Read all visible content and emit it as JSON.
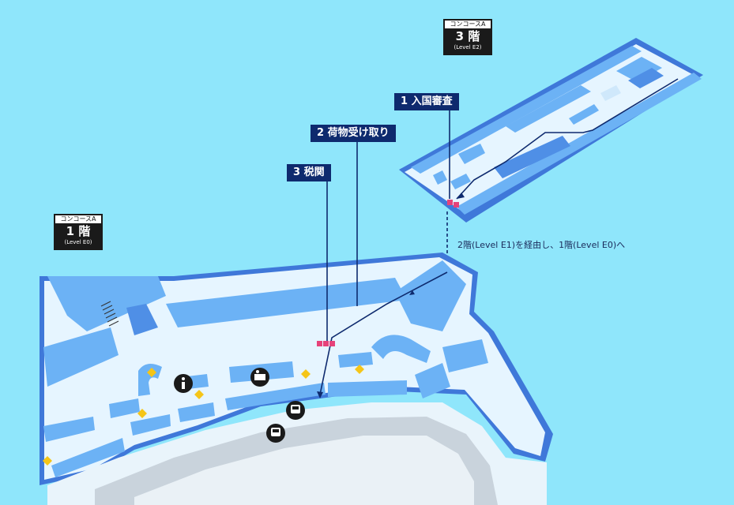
{
  "level_3": {
    "concourse": "コンコースA",
    "floor": "3 階",
    "level": "(Level E2)"
  },
  "level_1": {
    "concourse": "コンコースA",
    "floor": "1 階",
    "level": "(Level E0)"
  },
  "steps": [
    {
      "label": "1 入国審査"
    },
    {
      "label": "2 荷物受け取り"
    },
    {
      "label": "3 税関"
    }
  ],
  "via_note": "2階(Level E1)を経由し、1階(Level E0)へ",
  "icons": {
    "info": "information-icon",
    "baggage": "baggage-claim-icon",
    "train": "train-icon",
    "bus": "bus-icon",
    "checkpoint": "checkpoint-icon"
  },
  "colors": {
    "background": "#8fe6fb",
    "building_dark": "#3f78d9",
    "building_mid": "#6cb2f5",
    "floor_light": "#e6f5ff",
    "route": "#0e2a6e",
    "badge": "#1a1a1a",
    "marker": "#e6427a",
    "checkpoint": "#f5c518"
  }
}
